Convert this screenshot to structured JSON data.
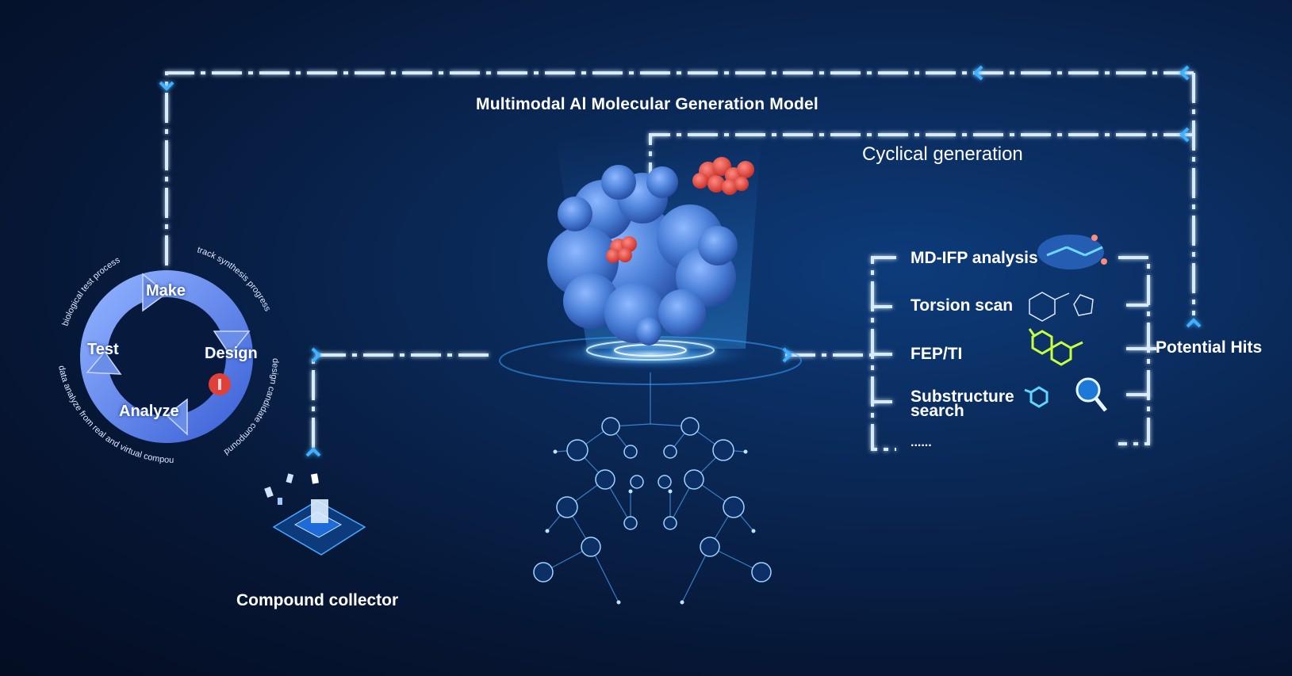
{
  "title": "Multimodal Al Molecular Generation Model",
  "cyclical_generation": "Cyclical generation",
  "compound_collector": "Compound collector",
  "potential_hits": "Potential Hits",
  "dmta_cycle": {
    "steps": [
      "Make",
      "Design",
      "Analyze",
      "Test"
    ],
    "arc_labels": [
      "biological test process",
      "track synthesis progress",
      "design candidate compounds",
      "data analyze from real and virtual compounds"
    ]
  },
  "analysis_methods": [
    "MD-IFP analysis",
    "Torsion scan",
    "FEP/TI",
    "Substructure search",
    "......"
  ],
  "colors": {
    "background": "#061634",
    "flow_line": "#d8ecff",
    "flow_glow": "#3aa0ff",
    "protein": "#4a86e0",
    "ligand": "#e0403a",
    "cycle_arrow": "#6a8ee8"
  }
}
